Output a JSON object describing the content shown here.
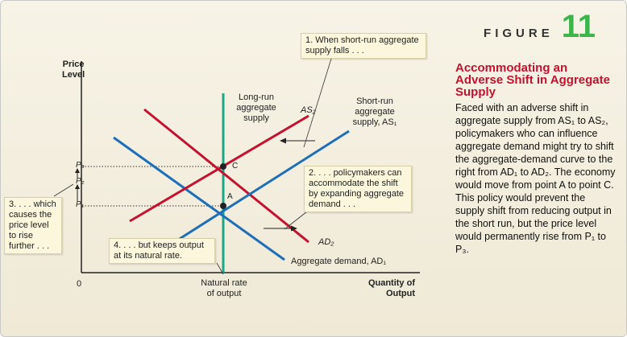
{
  "figure": {
    "word": "FIGURE",
    "number": "11",
    "title": "Accommodating an Adverse Shift in Aggregate Supply",
    "caption": "Faced with an adverse shift in aggregate supply from AS₁ to AS₂, policymakers who can influence aggregate demand might try to shift the aggregate-demand curve to the right from AD₁ to AD₂. The economy would move from point A to point C. This policy would prevent the supply shift from reducing output in the short run, but the price level would permanently rise from P₁ to P₃."
  },
  "axes": {
    "y_label_line1": "Price",
    "y_label_line2": "Level",
    "x_label_line1": "Quantity of",
    "x_label_line2": "Output",
    "origin": "0"
  },
  "curves": {
    "lras_line1": "Long-run",
    "lras_line2": "aggregate",
    "lras_line3": "supply",
    "as1_line1": "Short-run",
    "as1_line2": "aggregate",
    "as1_line3": "supply, AS₁",
    "as2": "AS₂",
    "ad1": "Aggregate demand, AD₁",
    "ad2": "AD₂"
  },
  "points": {
    "a": "A",
    "c": "C",
    "p1": "P₁",
    "p2": "P₂",
    "p3": "P₃"
  },
  "natural_rate_line1": "Natural rate",
  "natural_rate_line2": "of output",
  "notes": {
    "note1": "1. When short-run aggregate supply falls . . .",
    "note2": "2. . . . policymakers can accommodate the shift by expanding aggregate demand . . .",
    "note3": "3. . . . which causes the price level to rise further . . .",
    "note4": "4. . . . but keeps output at its natural rate."
  },
  "colors": {
    "supply": "#c4122f",
    "demand": "#1e6fb8",
    "long_run": "#1aa889",
    "accent": "#3bb54a"
  }
}
